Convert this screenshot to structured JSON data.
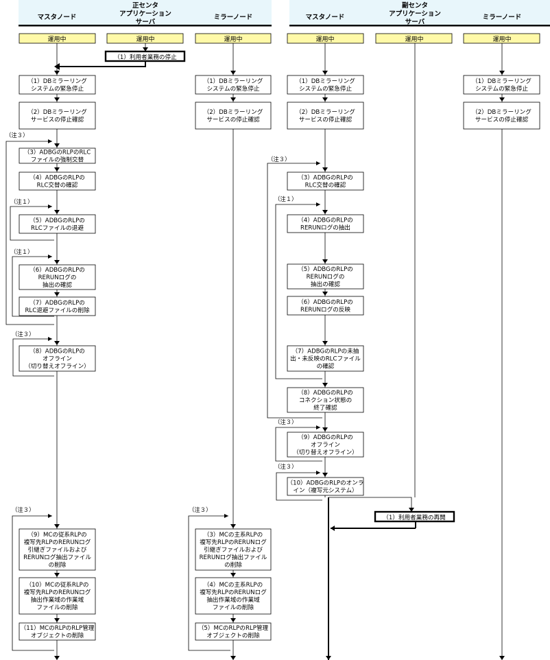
{
  "header": {
    "primary_center": [
      "正センタ",
      "アプリケーション",
      "サーバ"
    ],
    "secondary_center": [
      "副センタ",
      "アプリケーション",
      "サーバ"
    ],
    "master_node": "マスタノード",
    "mirror_node": "ミラーノード"
  },
  "status": {
    "running": "運用中"
  },
  "primary": {
    "app_stop": "（1）利用者業務の停止",
    "master_steps": [
      [
        "（1）DBミラーリング",
        "システムの緊急停止"
      ],
      [
        "（2）DBミラーリング",
        "サービスの停止確認"
      ],
      [
        "（3）ADBGのRLPのRLC",
        "ファイルの強制交替"
      ],
      [
        "（4）ADBGのRLPの",
        "RLC交替の確認"
      ],
      [
        "（5）ADBGのRLPの",
        "RLCファイルの退避"
      ],
      [
        "（6）ADBGのRLPの",
        "RERUNログの",
        "抽出の確認"
      ],
      [
        "（7）ADBGのRLPの",
        "RLC退避ファイルの削除"
      ],
      [
        "（8）ADBGのRLPの",
        "オフライン",
        "（切り替えオフライン）"
      ],
      [
        "（9）MCの従系RLPの",
        "複写先RLPのRERUNログ",
        "引継ぎファイルおよび",
        "RERUNログ抽出ファイル",
        "の削除"
      ],
      [
        "（10）MCの従系RLPの",
        "複写先RLPのRERUNログ",
        "抽出作業域の作業域",
        "ファイルの削除"
      ],
      [
        "（11）MCのRLPのRLP管理",
        "オブジェクトの削除"
      ]
    ],
    "mirror_steps": [
      [
        "（1）DBミラーリング",
        "システムの緊急停止"
      ],
      [
        "（2）DBミラーリング",
        "サービスの停止確認"
      ],
      [
        "（3）MCの主系RLPの",
        "複写先RLPのRERUNログ",
        "引継ぎファイルおよび",
        "RERUNログ抽出ファイル",
        "の削除"
      ],
      [
        "（4）MCの主系RLPの",
        "複写先RLPのRERUNログ",
        "抽出作業域の作業域",
        "ファイルの削除"
      ],
      [
        "（5）MCのRLPのRLP管理",
        "オブジェクトの削除"
      ]
    ]
  },
  "secondary": {
    "app_resume": "（1）利用者業務の再開",
    "master_steps": [
      [
        "（1）DBミラーリング",
        "システムの緊急停止"
      ],
      [
        "（2）DBミラーリング",
        "サービスの停止確認"
      ],
      [
        "（3）ADBGのRLPの",
        "RLC交替の確認"
      ],
      [
        "（4）ADBGのRLPの",
        "RERUNログの抽出"
      ],
      [
        "（5）ADBGのRLPの",
        "RERUNログの",
        "抽出の確認"
      ],
      [
        "（6）ADBGのRLPの",
        "RERUNログの反映"
      ],
      [
        "（7）ADBGのRLPの未抽",
        "出・未反映のRLCファイル",
        "の確認"
      ],
      [
        "（8）ADBGのRLPの",
        "コネクション状態の",
        "終了確認"
      ],
      [
        "（9）ADBGのRLPの",
        "オフライン",
        "（切り替えオフライン）"
      ],
      [
        "（10）ADBGのRLPのオンラ",
        "イン（複写元システム）"
      ]
    ],
    "mirror_steps": [
      [
        "（1）DBミラーリング",
        "システムの緊急停止"
      ],
      [
        "（2）DBミラーリング",
        "サービスの停止確認"
      ]
    ]
  },
  "notes": {
    "note1": "（注１）",
    "note3": "（注３）"
  }
}
